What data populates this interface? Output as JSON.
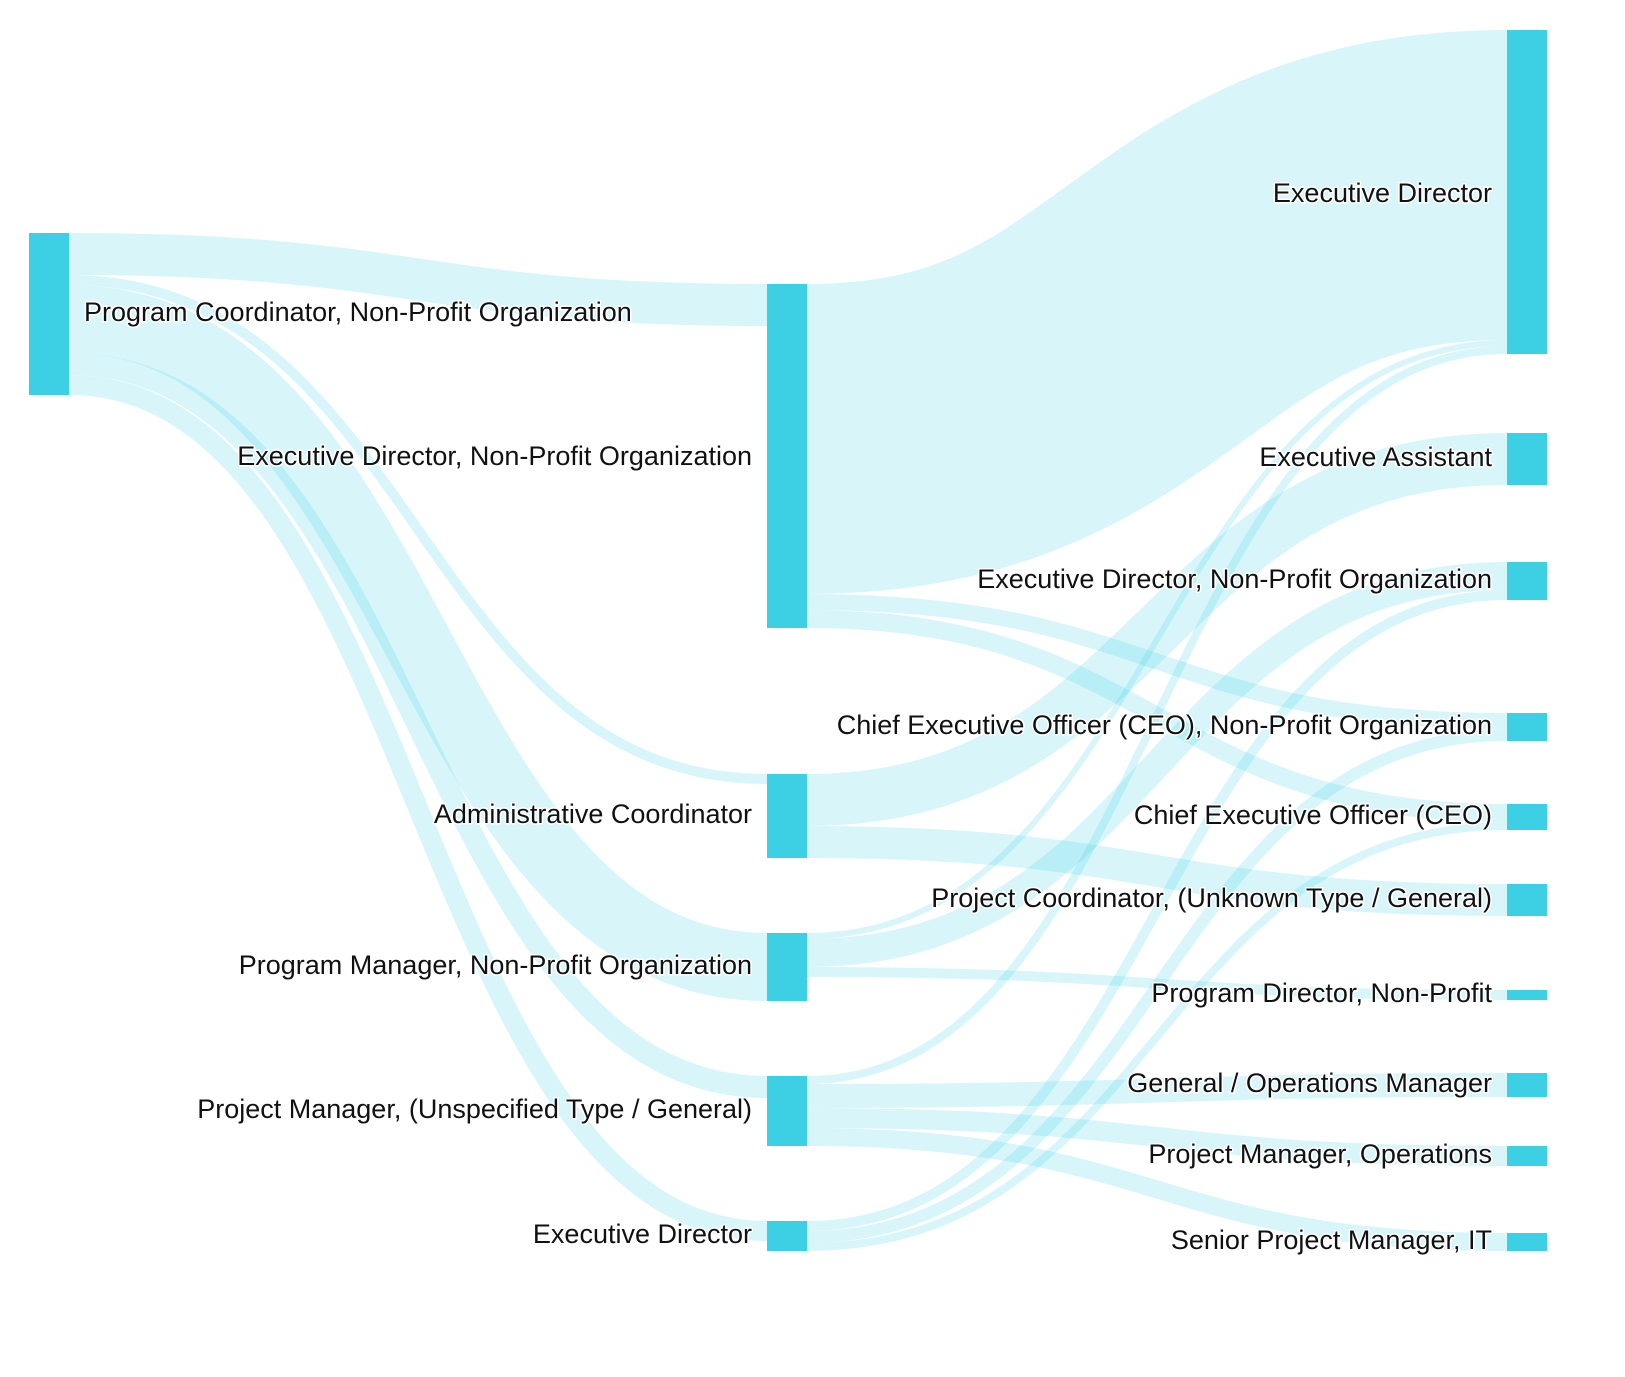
{
  "chart_data": {
    "type": "sankey",
    "title": "",
    "colors": {
      "node": "#3dd0e4",
      "link": "#3dd0e4"
    },
    "nodes": [
      {
        "id": "src",
        "column": 0,
        "label": "Program Coordinator, Non-Profit Organization"
      },
      {
        "id": "c1_ednpo",
        "column": 1,
        "label": "Executive Director, Non-Profit Organization"
      },
      {
        "id": "c1_admin",
        "column": 1,
        "label": "Administrative Coordinator"
      },
      {
        "id": "c1_pm",
        "column": 1,
        "label": "Program Manager, Non-Profit Organization"
      },
      {
        "id": "c1_projmgr",
        "column": 1,
        "label": "Project Manager, (Unspecified Type / General)"
      },
      {
        "id": "c1_ed",
        "column": 1,
        "label": "Executive Director"
      },
      {
        "id": "c2_ed",
        "column": 2,
        "label": "Executive Director"
      },
      {
        "id": "c2_ea",
        "column": 2,
        "label": "Executive Assistant"
      },
      {
        "id": "c2_ednpo",
        "column": 2,
        "label": "Executive Director, Non-Profit Organization"
      },
      {
        "id": "c2_ceonpo",
        "column": 2,
        "label": "Chief Executive Officer (CEO), Non-Profit Organization"
      },
      {
        "id": "c2_ceo",
        "column": 2,
        "label": "Chief Executive Officer (CEO)"
      },
      {
        "id": "c2_projcoord",
        "column": 2,
        "label": "Project Coordinator, (Unknown Type / General)"
      },
      {
        "id": "c2_progdir",
        "column": 2,
        "label": "Program Director, Non-Profit"
      },
      {
        "id": "c2_genops",
        "column": 2,
        "label": "General / Operations Manager"
      },
      {
        "id": "c2_pmops",
        "column": 2,
        "label": "Project Manager, Operations"
      },
      {
        "id": "c2_srpm",
        "column": 2,
        "label": "Senior Project Manager, IT"
      }
    ],
    "links": [
      {
        "source": "src",
        "target": "c1_ednpo",
        "value": 21
      },
      {
        "source": "src",
        "target": "c1_admin",
        "value": 5
      },
      {
        "source": "src",
        "target": "c1_pm",
        "value": 34
      },
      {
        "source": "src",
        "target": "c1_projmgr",
        "value": 11
      },
      {
        "source": "src",
        "target": "c1_ed",
        "value": 10
      },
      {
        "source": "c1_ednpo",
        "target": "c2_ed",
        "value": 155
      },
      {
        "source": "c1_ednpo",
        "target": "c2_ceonpo",
        "value": 8
      },
      {
        "source": "c1_ednpo",
        "target": "c2_ceo",
        "value": 9
      },
      {
        "source": "c1_admin",
        "target": "c2_ea",
        "value": 26
      },
      {
        "source": "c1_admin",
        "target": "c2_projcoord",
        "value": 16
      },
      {
        "source": "c1_pm",
        "target": "c2_ed",
        "value": 3
      },
      {
        "source": "c1_pm",
        "target": "c2_ednpo",
        "value": 14
      },
      {
        "source": "c1_pm",
        "target": "c2_progdir",
        "value": 5
      },
      {
        "source": "c1_projmgr",
        "target": "c2_ed",
        "value": 4
      },
      {
        "source": "c1_projmgr",
        "target": "c2_genops",
        "value": 12
      },
      {
        "source": "c1_projmgr",
        "target": "c2_pmops",
        "value": 10
      },
      {
        "source": "c1_projmgr",
        "target": "c2_srpm",
        "value": 9
      },
      {
        "source": "c1_ed",
        "target": "c2_ednpo",
        "value": 5
      },
      {
        "source": "c1_ed",
        "target": "c2_ceonpo",
        "value": 6
      },
      {
        "source": "c1_ed",
        "target": "c2_ceo",
        "value": 4
      }
    ]
  }
}
